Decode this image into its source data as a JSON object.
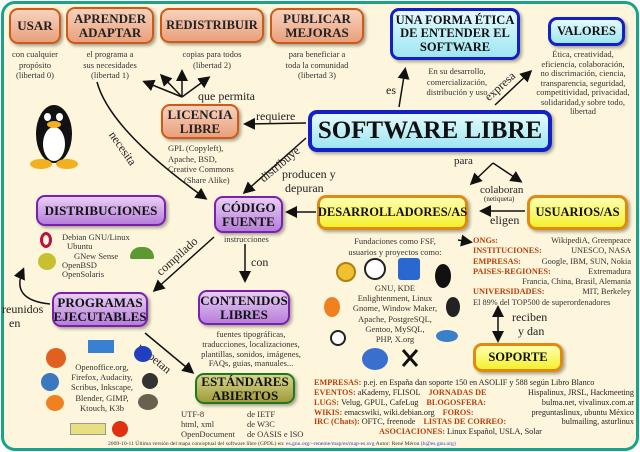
{
  "top": [
    {
      "title": "USAR",
      "desc": [
        "con cualquier",
        "propósito",
        "(libertad 0)"
      ]
    },
    {
      "title": "APRENDER ADAPTAR",
      "desc": [
        "el programa a",
        "sus necesidades",
        "(libertad 1)"
      ]
    },
    {
      "title": "REDISTRIBUIR",
      "desc": [
        "copias para todos",
        "(libertad 2)"
      ]
    },
    {
      "title": "PUBLICAR MEJORAS",
      "desc": [
        "para beneficiar a",
        "toda la comunidad",
        "(libertad 3)"
      ]
    }
  ],
  "etica": {
    "title": "UNA FORMA ÉTICA DE ENTENDER EL SOFTWARE",
    "desc": [
      "En su desarrollo,",
      "comercialización,",
      "distribución y uso"
    ]
  },
  "valores": {
    "title": "VALORES",
    "desc": [
      "Ética, creatividad,",
      "eficiencia, colaboración,",
      "no discrimación, ciencia,",
      "transparencia, seguridad,",
      "competitividad, privacidad,",
      "solidaridad,y sobre todo,",
      "libertad"
    ]
  },
  "main": {
    "title": "SOFTWARE LIBRE"
  },
  "licencia": {
    "title": "LICENCIA LIBRE",
    "desc": [
      "GPL (Copyleft),",
      "Apache, BSD,",
      "Creative Commons",
      "(Share Alike)"
    ]
  },
  "codigo": {
    "title": "CÓDIGO FUENTE",
    "desc": "instrucciones"
  },
  "desarrolladores": {
    "title": "DESARROLLADORES/AS",
    "desc": [
      "Fundaciones como FSF,",
      "usuarios y proyectos como:"
    ],
    "projects": [
      "GNU, KDE",
      "Enlightenment, Linux",
      "Gnome, Window Maker,",
      "Apache, PostgreSQL,",
      "Gentoo, MySQL,",
      "PHP, X.org"
    ]
  },
  "usuarios": {
    "title": "USUARIOS/AS",
    "list": [
      {
        "k": "ONGs:",
        "v": "WikipediA, Greenpeace"
      },
      {
        "k": "INSTITUCIONES:",
        "v": "UNESCO, NASA"
      },
      {
        "k": "EMPRESAS:",
        "v": "Google, IBM, SUN, Nokia"
      },
      {
        "k": "PAISES-REGIONES:",
        "v": "Extremadura"
      },
      {
        "k": "",
        "v": "Francia, China, Brasil, Alemania"
      },
      {
        "k": "UNIVERSIDADES:",
        "v": "MIT, Berkeley"
      },
      {
        "k": "",
        "v": "El 89% del TOP500 de superordenadores"
      }
    ]
  },
  "distribuciones": {
    "title": "DISTRIBUCIONES",
    "list": [
      "Debian GNU/Linux",
      "Ubuntu",
      "GNew Sense",
      "OpenBSD",
      "OpenSolaris"
    ]
  },
  "programas": {
    "title": "PROGRAMAS EJECUTABLES",
    "list": [
      "Openoffice.org,",
      "Firefox, Audacity,",
      "Scribus, Inkscape,",
      "Blender,  GIMP,",
      "Ktouch, K3b"
    ]
  },
  "contenidos": {
    "title": "CONTENIDOS LIBRES",
    "desc": [
      "fuentes tipográficas,",
      "traducciones, localizaciones,",
      "plantillas, sonidos, imágenes,",
      "FAQs, guias, manuales..."
    ]
  },
  "estandares": {
    "title": "ESTÁNDARES ABIERTOS",
    "list": [
      {
        "a": "UTF-8",
        "b": "de  IETF"
      },
      {
        "a": "html, xml",
        "b": "de  W3C"
      },
      {
        "a": "OpenDocument",
        "b": "de OASIS e ISO"
      }
    ]
  },
  "soporte": {
    "title": "SOPORTE",
    "list": [
      [
        {
          "k": "EMPRESAS:",
          "v": "p.ej. en España dan soporte 150 en ASOLIF y 588 según Libro Blanco"
        }
      ],
      [
        {
          "k": "EVENTOS:",
          "v": "aKademy, FLISOL"
        },
        {
          "k": "JORNADAS DE",
          "v": "Hispalinux, JRSL, Hackmeeting"
        }
      ],
      [
        {
          "k": "LUGS:",
          "v": "Velug, GPUL, CafeLug"
        },
        {
          "k": "BLOGOSFERA:",
          "v": "bulma.net, vivalinux.com.ar"
        }
      ],
      [
        {
          "k": "WIKIS:",
          "v": "emacswiki, wiki.debian.org"
        },
        {
          "k": "FOROS:",
          "v": "preguntaslinux, ubuntu México"
        }
      ],
      [
        {
          "k": "IRC (Chats):",
          "v": "OFTC, freenode"
        },
        {
          "k": "LISTAS DE CORREO:",
          "v": "bulmailing, asturlinux"
        }
      ],
      [
        {
          "k": "ASOCIACIONES:",
          "v": "Linux Español, USLA, Solar"
        }
      ]
    ]
  },
  "labels": {
    "que_permita": "que permita",
    "requiere": "requiere",
    "distribuye": "distribuye",
    "necesita": "necesita",
    "es": "es",
    "expresa": "expresa",
    "producen": "producen y",
    "depuran": "depuran",
    "para": "para",
    "colaboran": "colaboran",
    "netiqueta": "(netiqueta)",
    "eligen": "eligen",
    "compilado": "compilado",
    "con": "con",
    "reunidos": "reunidos",
    "en": "en",
    "respetan": "respetan",
    "reciben": "reciben",
    "y_dan": "y dan"
  },
  "footer": {
    "text": "2009-10-11 Última versión del mapa conceptual del software libre (GPDL) en:",
    "link": "es.gnu.org/~reneme/map/es/map-es.svg",
    "autor": "Autor: René Mérou",
    "email": "(h@es.gnu.org)"
  },
  "colors": {
    "background": "#fdf6dc",
    "frame": "#1aa38a",
    "orange": "#cf5a15",
    "blue": "#1320c4",
    "purple": "#7a1fb0",
    "yellow": "#f4f030",
    "key_text": "#b8400a"
  }
}
